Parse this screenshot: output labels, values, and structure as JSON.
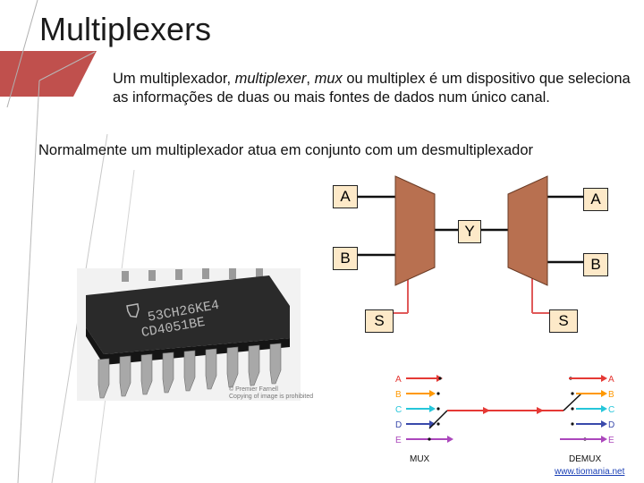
{
  "title": "Multiplexers",
  "paragraph1": {
    "part1": "Um multiplexador, ",
    "italic1": "multiplexer",
    "part2": ", ",
    "italic2": "mux",
    "part3": " ou multiplex é um dispositivo que seleciona as informações de duas ou mais fontes de dados num único canal."
  },
  "paragraph2": "Normalmente um multiplexador atua em conjunto com um desmultiplexador",
  "mux_diagram": {
    "input_a": "A",
    "input_b": "B",
    "output_y": "Y",
    "output_a": "A",
    "output_b": "B",
    "select_left": "S",
    "select_right": "S",
    "mux_color": "#b87050",
    "box_color": "#fde9c8"
  },
  "chip_photo": {
    "marking_line1": "53CH26KE4",
    "marking_line2": "CD4051BE",
    "copyright_line1": "© Premier Farnell",
    "copyright_line2": "Copying of image is prohibited"
  },
  "channel_diagram": {
    "left_labels": [
      "A",
      "B",
      "C",
      "D",
      "E"
    ],
    "right_labels": [
      "A",
      "B",
      "C",
      "D",
      "E"
    ],
    "channel_colors": [
      "#e53935",
      "#ff9800",
      "#26c6da",
      "#3949ab",
      "#ab47bc"
    ],
    "mux_label": "MUX",
    "demux_label": "DEMUX"
  },
  "credit": "www.tiomania.net"
}
